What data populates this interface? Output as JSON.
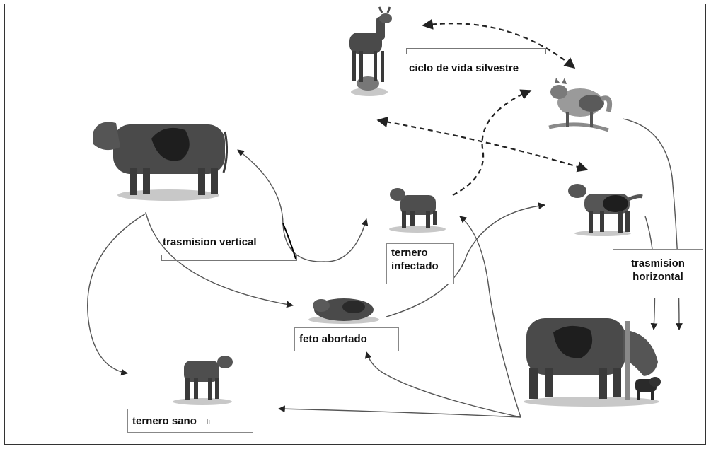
{
  "labels": {
    "sylvatic_cycle": "ciclo de vida silvestre",
    "vertical_transmission": "trasmision vertical",
    "infected_calf_line1": "ternero",
    "infected_calf_line2": "infectado",
    "horizontal_transmission_line1": "trasmision",
    "horizontal_transmission_line2": "horizontal",
    "aborted_fetus": "feto abortado",
    "healthy_calf": "ternero sano",
    "healthy_calf_mark": "lı"
  },
  "colors": {
    "animal_fill": "#4a4a4a",
    "animal_dark": "#1e1e1e",
    "arrow": "#555555",
    "ground": "#bdbdbd"
  }
}
